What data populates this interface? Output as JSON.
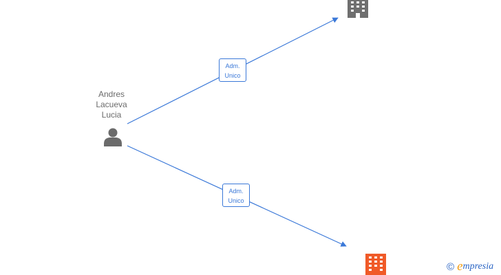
{
  "person": {
    "name_lines": [
      "Andres",
      "Lacueva",
      "Lucia"
    ],
    "icon": "person-icon",
    "color": "#6b6b6b"
  },
  "companies": [
    {
      "icon": "building-icon",
      "color": "#6f6f6f"
    },
    {
      "icon": "building-icon",
      "color": "#f05a28"
    }
  ],
  "edges": [
    {
      "label_lines": [
        "Adm.",
        "Unico"
      ],
      "color": "#3a78d8"
    },
    {
      "label_lines": [
        "Adm.",
        "Unico"
      ],
      "color": "#3a78d8"
    }
  ],
  "footer": {
    "copyright": "©",
    "brand_first": "e",
    "brand_rest": "mpresia"
  }
}
